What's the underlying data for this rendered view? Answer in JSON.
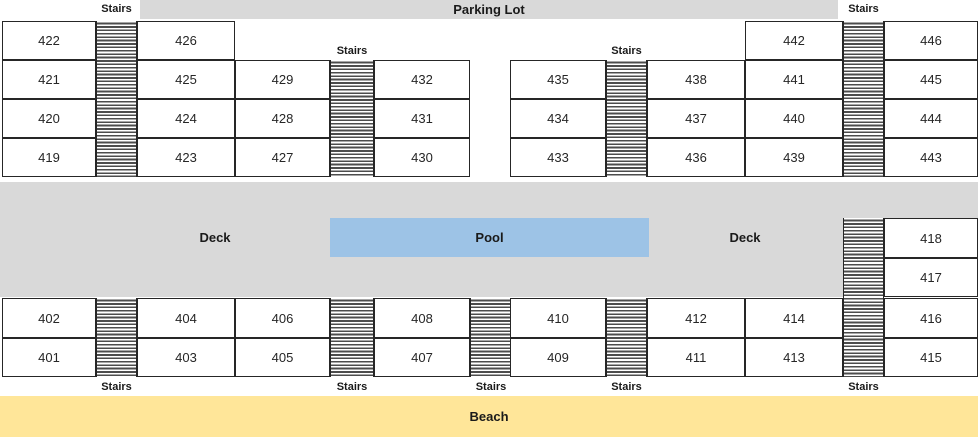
{
  "labels": {
    "parking_lot": "Parking Lot",
    "deck_left": "Deck",
    "deck_right": "Deck",
    "pool": "Pool",
    "beach": "Beach",
    "stairs": "Stairs"
  },
  "colors": {
    "area_gray": "#d9d9d9",
    "pool_blue": "#9dc3e6",
    "beach_yellow": "#ffe699",
    "room_white": "#ffffff",
    "line": "#262626"
  },
  "rooms": {
    "u": [
      [
        "422",
        "421",
        "420",
        "419"
      ],
      [
        "426",
        "425",
        "424",
        "423"
      ],
      [
        "429",
        "428",
        "427"
      ],
      [
        "432",
        "431",
        "430"
      ],
      [
        "435",
        "434",
        "433"
      ],
      [
        "438",
        "437",
        "436"
      ],
      [
        "442",
        "441",
        "440",
        "439"
      ],
      [
        "446",
        "445",
        "444",
        "443"
      ]
    ],
    "m": [
      "418",
      "417"
    ],
    "l": [
      [
        "402",
        "401"
      ],
      [
        "404",
        "403"
      ],
      [
        "406",
        "405"
      ],
      [
        "408",
        "407"
      ],
      [
        "410",
        "409"
      ],
      [
        "412",
        "411"
      ],
      [
        "414",
        "413"
      ],
      [
        "416",
        "415"
      ]
    ]
  }
}
